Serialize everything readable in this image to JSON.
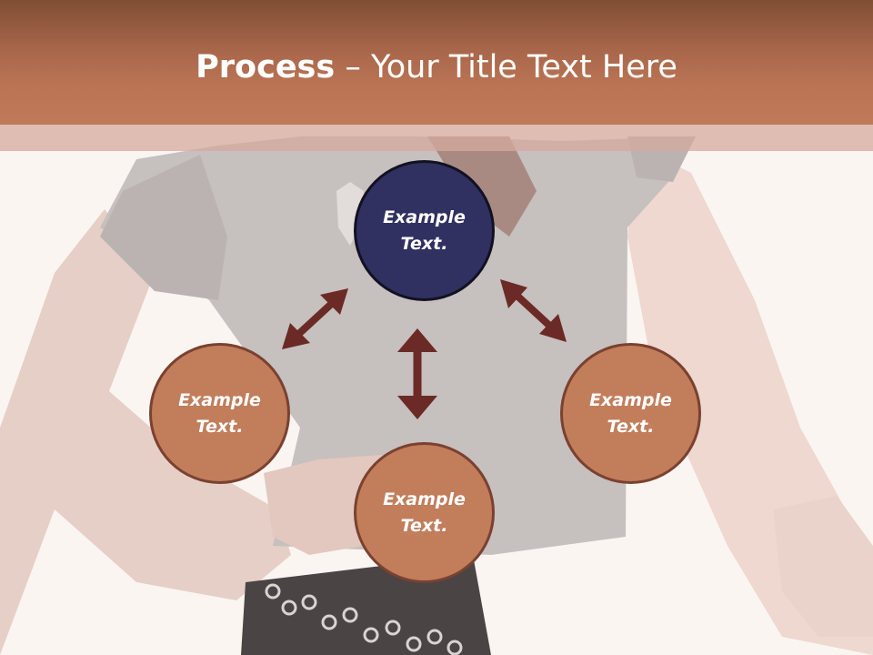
{
  "title": {
    "bold": "Process",
    "separator": " – ",
    "rest": "Your Title Text Here"
  },
  "nodes": [
    {
      "line1": "Example",
      "line2": "Text.",
      "role": "center",
      "color": "#303061"
    },
    {
      "line1": "Example",
      "line2": "Text.",
      "role": "left",
      "color": "#c27d5b"
    },
    {
      "line1": "Example",
      "line2": "Text.",
      "role": "right",
      "color": "#c27d5b"
    },
    {
      "line1": "Example",
      "line2": "Text.",
      "role": "bottom",
      "color": "#c27d5b"
    }
  ],
  "colors": {
    "header": "#b87052",
    "arrow": "#6b2a26",
    "background": "#fbf5f2"
  }
}
